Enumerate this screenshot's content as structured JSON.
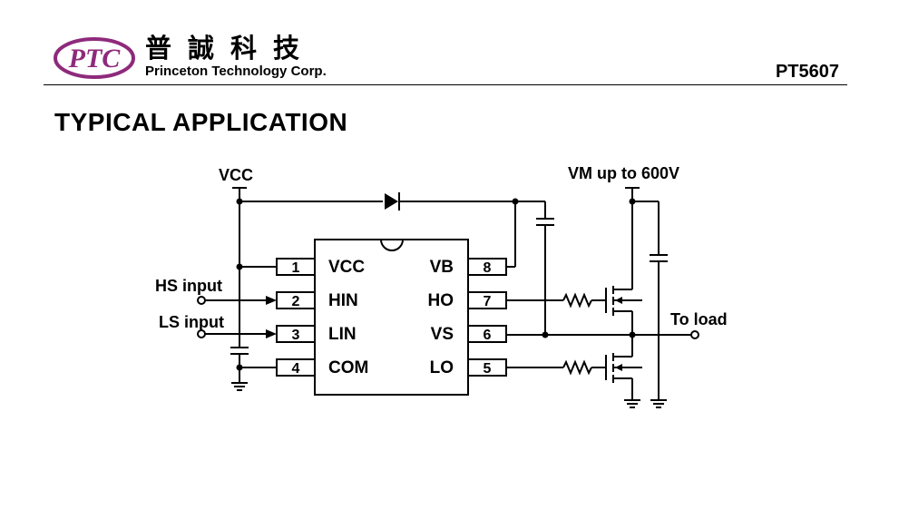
{
  "header": {
    "logo_text": "PTC",
    "company_name_cn": "普誠科技",
    "company_name_en": "Princeton Technology Corp.",
    "doc_id": "PT5607",
    "brand_color": "#8e2a7c"
  },
  "section_title": "TYPICAL APPLICATION",
  "schematic": {
    "vcc_label": "VCC",
    "vm_label": "VM up to 600V",
    "hs_input_label": "HS input",
    "ls_input_label": "LS input",
    "to_load_label": "To load",
    "pins_left": [
      {
        "num": "1",
        "name": "VCC"
      },
      {
        "num": "2",
        "name": "HIN"
      },
      {
        "num": "3",
        "name": "LIN"
      },
      {
        "num": "4",
        "name": "COM"
      }
    ],
    "pins_right": [
      {
        "num": "8",
        "name": "VB"
      },
      {
        "num": "7",
        "name": "HO"
      },
      {
        "num": "6",
        "name": "VS"
      },
      {
        "num": "5",
        "name": "LO"
      }
    ]
  }
}
